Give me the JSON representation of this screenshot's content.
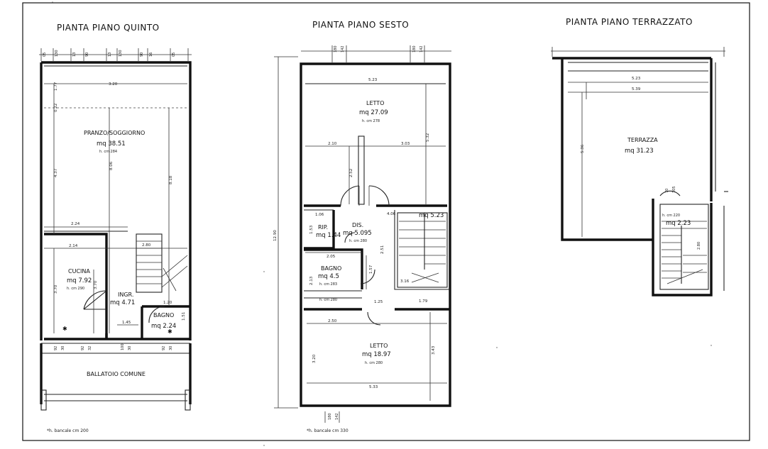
{
  "plans": {
    "fifth": {
      "title": "PIANTA PIANO QUINTO",
      "note": "*h. bancale cm 200",
      "rooms": {
        "living": {
          "name": "PRANZO/SOGGIORNO",
          "area": "mq 38.51",
          "height": "h. cm 284"
        },
        "kitchen": {
          "name": "CUCINA",
          "area": "mq 7.92",
          "height": "h. cm 290"
        },
        "entry": {
          "name": "INGR.",
          "area": "mq 4.71"
        },
        "bath": {
          "name": "BAGNO",
          "area": "mq 2.24"
        },
        "balcony": {
          "name": "BALLATOIO COMUNE"
        }
      },
      "dims": {
        "w_top": "3.20",
        "h_left": "4.37",
        "h_mid": "8.06",
        "h_right": "8.18",
        "w_224": "2.24",
        "w_214": "2.14",
        "k_h": "3.70",
        "e_h": "3.70",
        "w_145": "1.45",
        "w_120": "1.20",
        "b_h": "1.51",
        "stair": "2.80",
        "t_177": "1.77",
        "t_022": "0.22"
      },
      "top_ticks": [
        "05",
        "130",
        "13",
        "90",
        "13",
        "130",
        "90",
        "16",
        "05"
      ],
      "bottom_ticks": [
        "92",
        "30",
        "92",
        "32",
        "100",
        "30",
        "92",
        "30"
      ]
    },
    "sixth": {
      "title": "PIANTA PIANO SESTO",
      "note": "*h. bancale cm 330",
      "rooms": {
        "bed1": {
          "name": "LETTO",
          "area": "mq 27.09",
          "height": "h. cm 278"
        },
        "hall": {
          "name": "DIS.",
          "area": "mq 5.095",
          "height": "h. cm 280"
        },
        "storage": {
          "name": "RIP.",
          "area": "mq 1.44"
        },
        "bath": {
          "name": "BAGNO",
          "area": "mq 4.5",
          "height": "h. cm 283"
        },
        "bed2": {
          "name": "LETTO",
          "area": "mq 18.97",
          "height": "h. cm 280"
        },
        "stair": {
          "area": "mq 5.23"
        }
      },
      "dims": {
        "w_top": "5.23",
        "w_210": "2.10",
        "w_303": "3.03",
        "h_532": "5.32",
        "h_252": "2.52",
        "total_h": "12.90",
        "w_106": "1.06",
        "w_406": "4.06",
        "h_153": "1.53",
        "w_205": "2.05",
        "h_213": "2.13",
        "h_157": "1.57",
        "h_251": "2.51",
        "h_350": "h. cm 280",
        "w_125": "1.25",
        "w_179": "1.79",
        "w_250": "2.50",
        "h_320": "3.20",
        "h_343": "3.43",
        "w_bottom": "5.33",
        "w_316": "3.16"
      },
      "top_ticks": [
        "180",
        "142",
        "180",
        "142"
      ],
      "bottom_ticks": [
        "180",
        "142"
      ]
    },
    "terrace": {
      "title": "PIANTA PIANO TERRAZZATO",
      "rooms": {
        "terrace": {
          "name": "TERRAZZA",
          "area": "mq 31.23"
        },
        "stair": {
          "area": "mq 2.23",
          "height": "h. cm 220"
        }
      },
      "dims": {
        "w_523": "5.23",
        "w_539": "5.39",
        "h_536": "5.36",
        "w_70": "70",
        "w_105": "105",
        "h_stair": "2.80"
      }
    }
  }
}
